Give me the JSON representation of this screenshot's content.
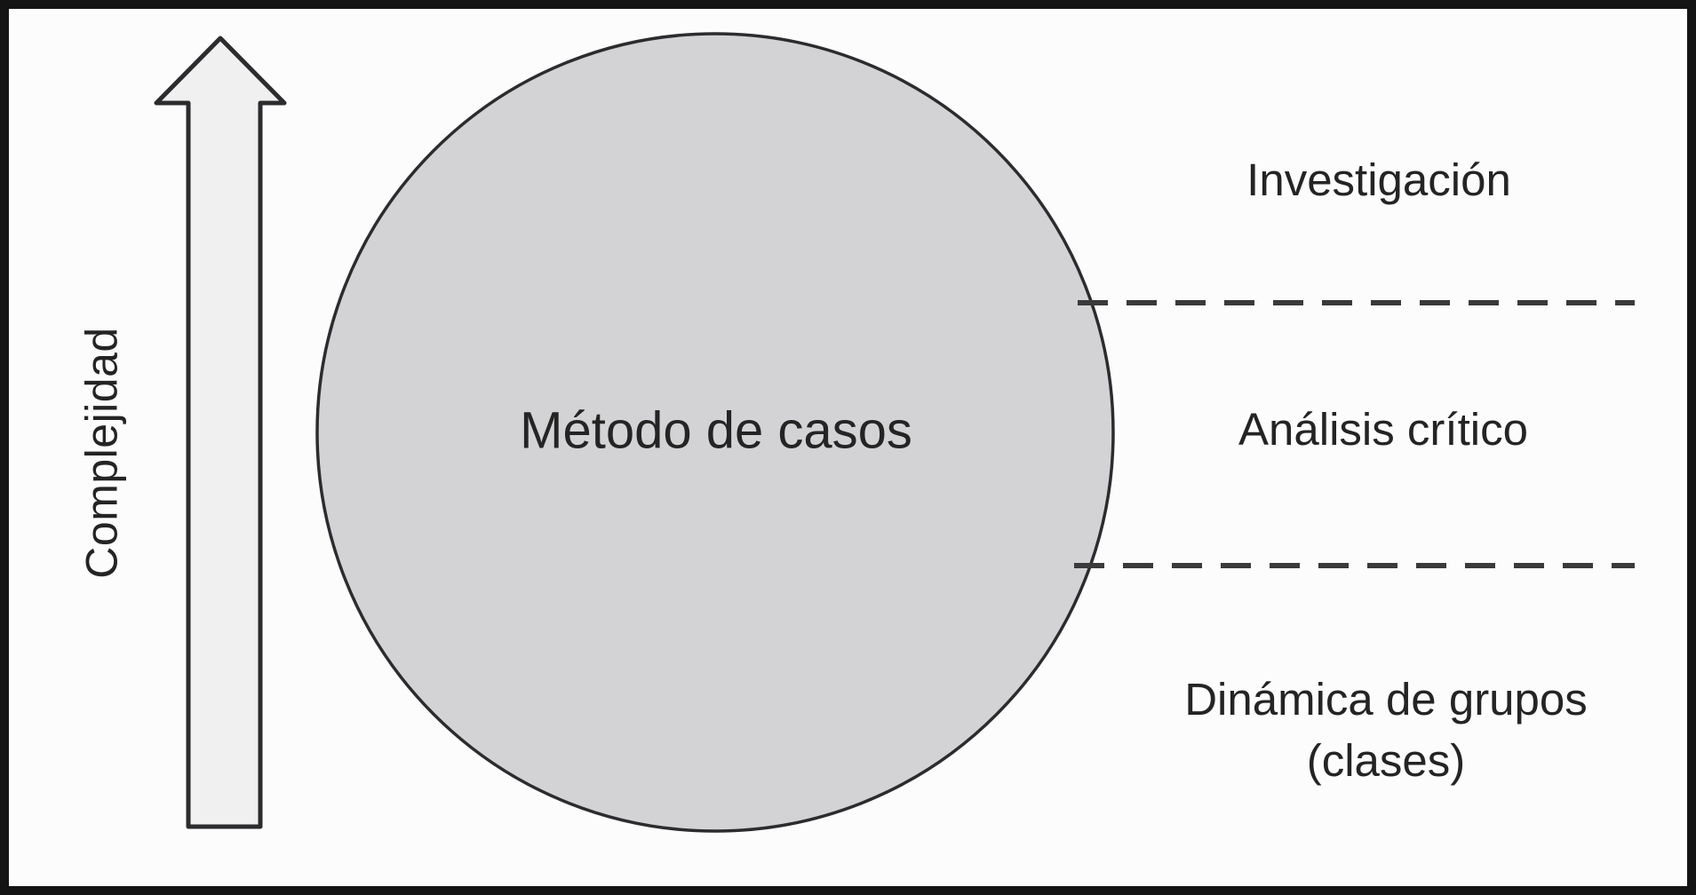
{
  "figure": {
    "axis_label": "Complejidad",
    "circle_label": "Método de casos",
    "levels": [
      {
        "label": "Investigación"
      },
      {
        "label": "Análisis crítico"
      },
      {
        "label": "Dinámica de grupos",
        "sublabel": "(clases)"
      }
    ]
  },
  "colors": {
    "page_bg": "#fcfcfc",
    "border_color": "#141414",
    "outline_color": "#2c2c2f",
    "circle_fill": "#d3d3d5",
    "arrow_fill": "#f0f0f1",
    "dash_color": "#3a3a3a",
    "text_color": "#242424"
  }
}
